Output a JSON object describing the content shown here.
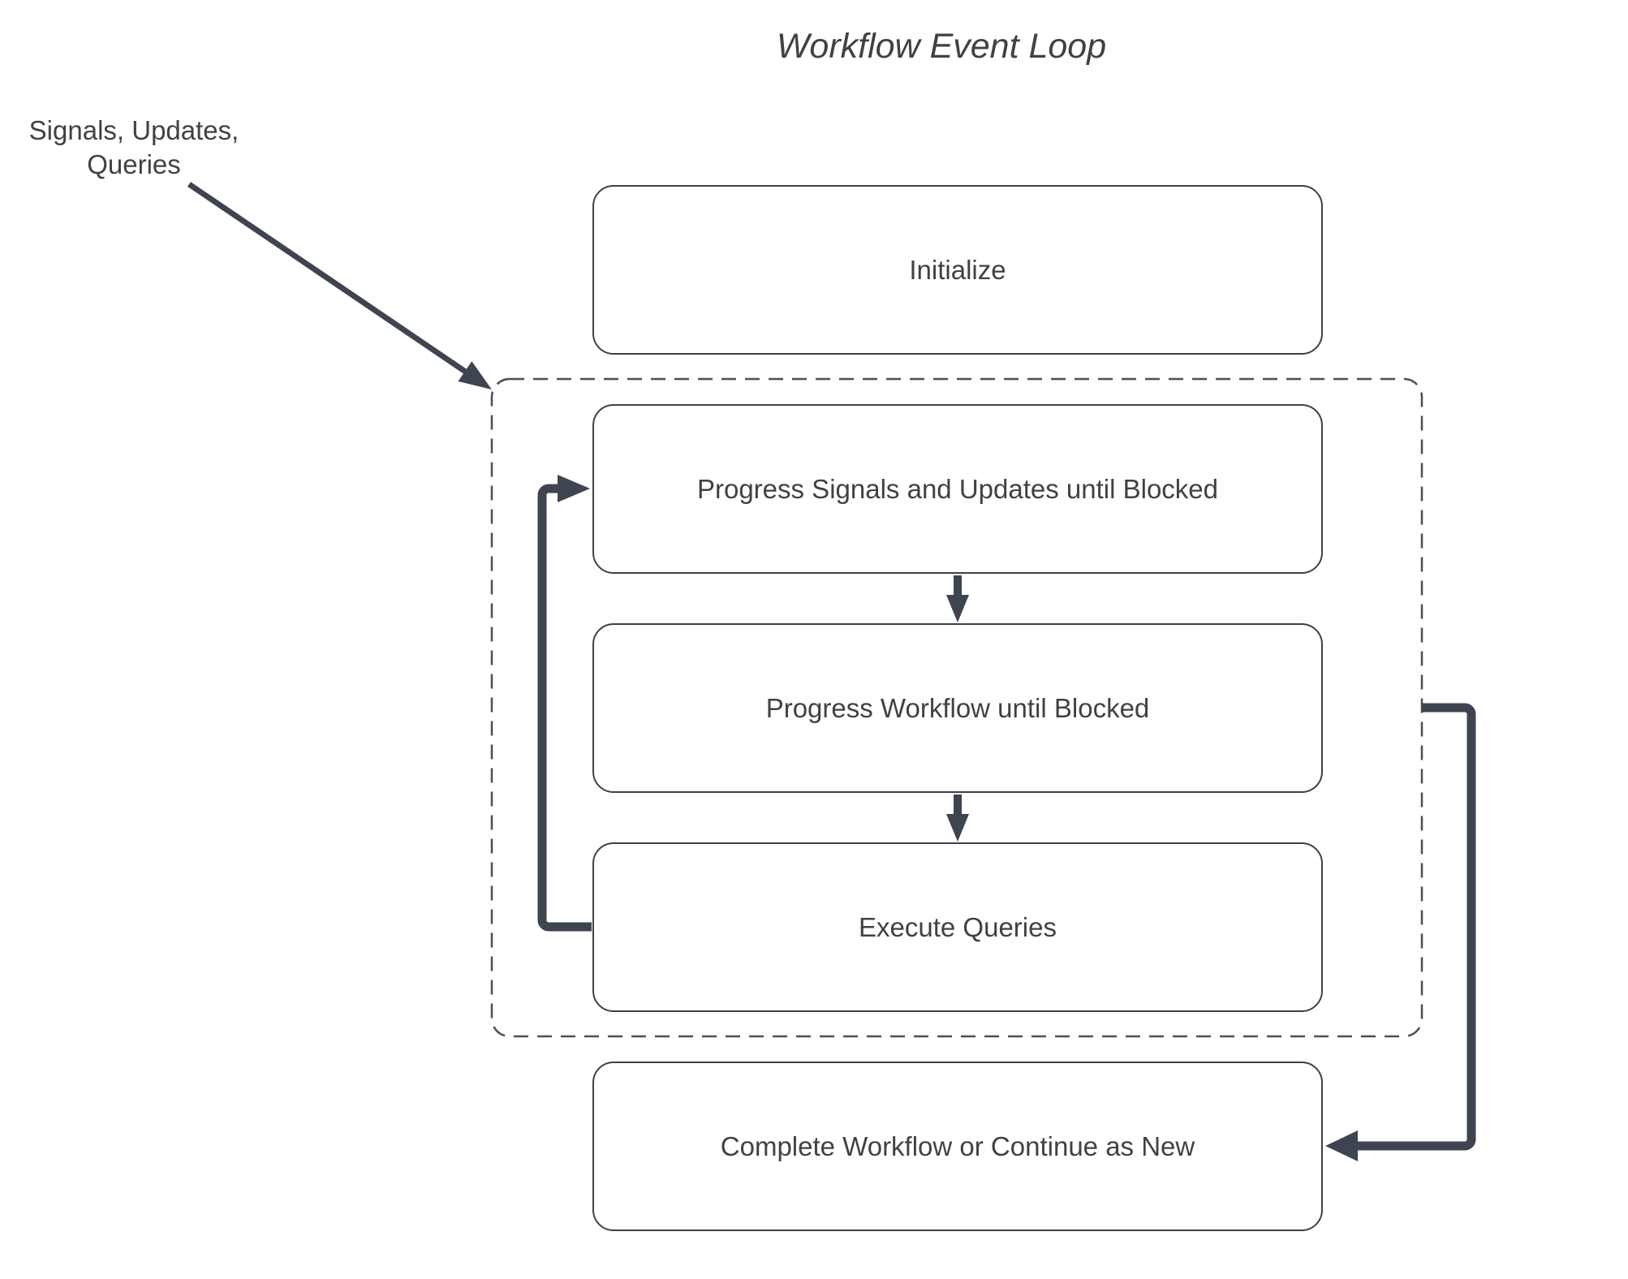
{
  "title": "Workflow Event Loop",
  "annotation": {
    "line1": "Signals, Updates,",
    "line2": "Queries"
  },
  "nodes": {
    "initialize": "Initialize",
    "progress_signals": "Progress Signals and Updates until Blocked",
    "progress_workflow": "Progress Workflow until Blocked",
    "execute_queries": "Execute Queries",
    "complete": "Complete Workflow or Continue as New"
  },
  "connectors": {
    "signals_input_arrow": "annotation to event-loop container",
    "loop_back_arrow": "Execute Queries back to Progress Signals and Updates",
    "down_arrow_1": "Progress Signals to Progress Workflow",
    "down_arrow_2": "Progress Workflow to Execute Queries",
    "continue_arrow": "event-loop container to Complete Workflow or Continue as New"
  },
  "colors": {
    "arrow_color": "#3e4450",
    "box_border_color": "#3b414b",
    "text_color": "#3f4245",
    "dashed_border_color": "#4b4f56",
    "background_color": "#ffffff"
  }
}
